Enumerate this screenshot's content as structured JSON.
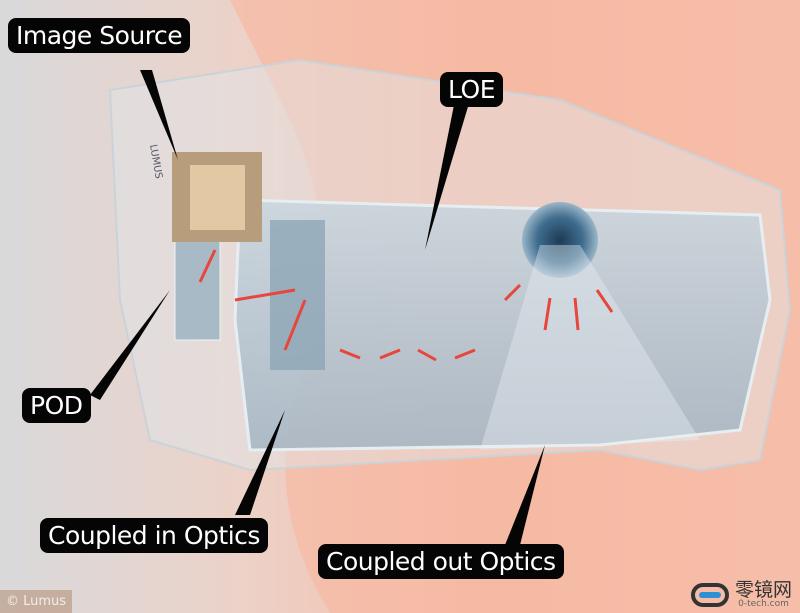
{
  "labels": {
    "image_source": "Image Source",
    "loe": "LOE",
    "pod": "POD",
    "coupled_in": "Coupled in Optics",
    "coupled_out": "Coupled out Optics"
  },
  "credit": "© Lumus",
  "watermark": {
    "chinese": "零镜网",
    "domain": "0-tech.com"
  },
  "colors": {
    "label_bg": "#050505",
    "arrow": "#e8453c",
    "skin": "#f4b9a2"
  }
}
